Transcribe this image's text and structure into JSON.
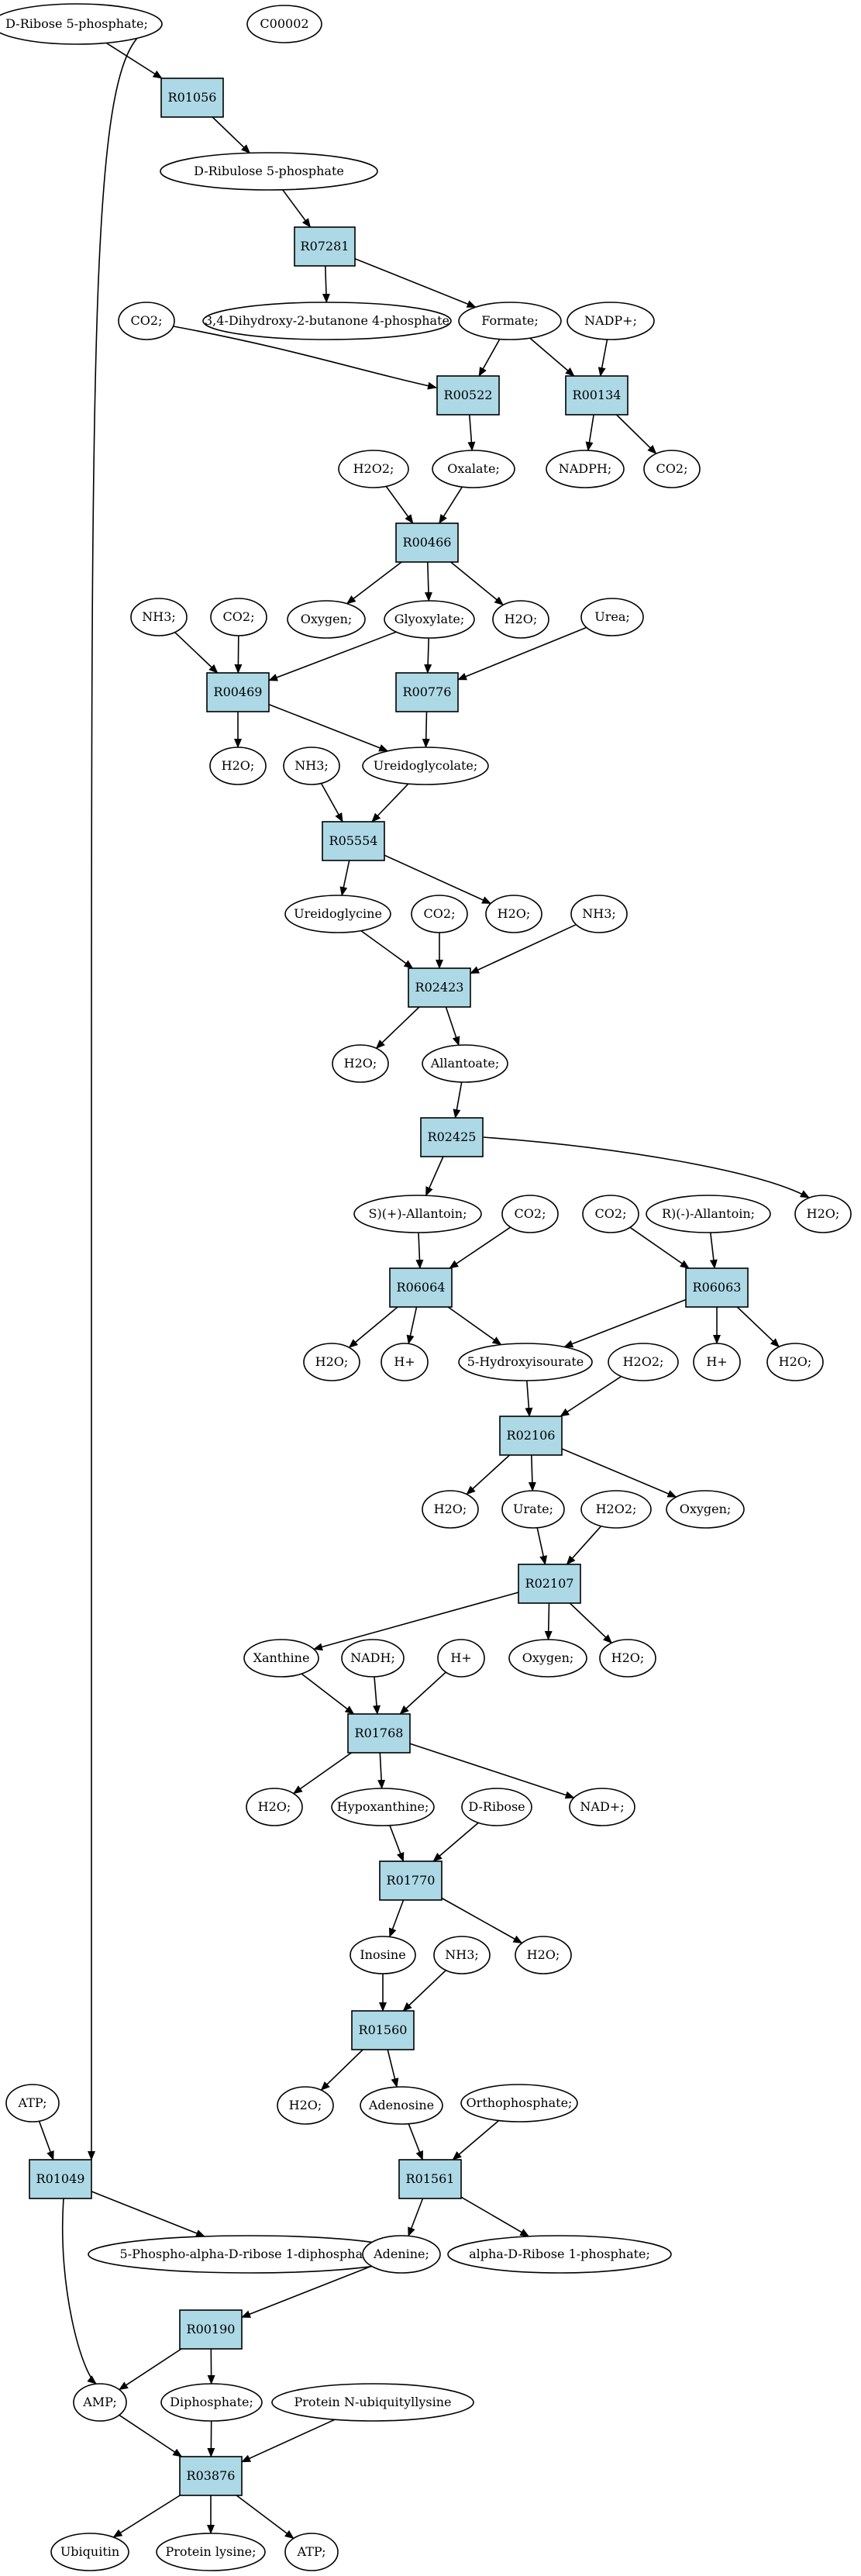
{
  "colors": {
    "reaction_fill": "#add8e6",
    "start_fill": "#00ee00",
    "target_fill": "#ffff00",
    "compound_fill": "#ffffff",
    "stroke": "#000000"
  },
  "nodes": {
    "start": {
      "label": "D-Ribose 5-phosphate;",
      "kind": "start"
    },
    "c00002": {
      "label": "C00002",
      "kind": "target"
    },
    "R01056": {
      "label": "R01056",
      "kind": "reaction"
    },
    "ru5p": {
      "label": "D-Ribulose 5-phosphate",
      "kind": "compound"
    },
    "R07281": {
      "label": "R07281",
      "kind": "reaction"
    },
    "dhbp": {
      "label": "3,4-Dihydroxy-2-butanone 4-phosphate",
      "kind": "compound"
    },
    "formate": {
      "label": "Formate;",
      "kind": "compound"
    },
    "nadp": {
      "label": "NADP+;",
      "kind": "compound"
    },
    "co2_a": {
      "label": "CO2;",
      "kind": "compound"
    },
    "R00522": {
      "label": "R00522",
      "kind": "reaction"
    },
    "R00134": {
      "label": "R00134",
      "kind": "reaction"
    },
    "nadph": {
      "label": "NADPH;",
      "kind": "compound"
    },
    "co2_b": {
      "label": "CO2;",
      "kind": "compound"
    },
    "h2o2_a": {
      "label": "H2O2;",
      "kind": "compound"
    },
    "oxalate": {
      "label": "Oxalate;",
      "kind": "compound"
    },
    "R00466": {
      "label": "R00466",
      "kind": "reaction"
    },
    "nh3_a": {
      "label": "NH3;",
      "kind": "compound"
    },
    "co2_c": {
      "label": "CO2;",
      "kind": "compound"
    },
    "oxygen_a": {
      "label": "Oxygen;",
      "kind": "compound"
    },
    "glyoxylate": {
      "label": "Glyoxylate;",
      "kind": "compound"
    },
    "h2o_a": {
      "label": "H2O;",
      "kind": "compound"
    },
    "urea": {
      "label": "Urea;",
      "kind": "compound"
    },
    "R00469": {
      "label": "R00469",
      "kind": "reaction"
    },
    "R00776": {
      "label": "R00776",
      "kind": "reaction"
    },
    "h2o_b": {
      "label": "H2O;",
      "kind": "compound"
    },
    "nh3_b": {
      "label": "NH3;",
      "kind": "compound"
    },
    "ureidoglycolate": {
      "label": "Ureidoglycolate;",
      "kind": "compound"
    },
    "R05554": {
      "label": "R05554",
      "kind": "reaction"
    },
    "ureidoglycine": {
      "label": "Ureidoglycine",
      "kind": "compound"
    },
    "co2_d": {
      "label": "CO2;",
      "kind": "compound"
    },
    "h2o_c": {
      "label": "H2O;",
      "kind": "compound"
    },
    "nh3_c": {
      "label": "NH3;",
      "kind": "compound"
    },
    "R02423": {
      "label": "R02423",
      "kind": "reaction"
    },
    "h2o_d": {
      "label": "H2O;",
      "kind": "compound"
    },
    "allantoate": {
      "label": "Allantoate;",
      "kind": "compound"
    },
    "R02425": {
      "label": "R02425",
      "kind": "reaction"
    },
    "s_allantoin": {
      "label": "S)(+)-Allantoin;",
      "kind": "compound"
    },
    "co2_e": {
      "label": "CO2;",
      "kind": "compound"
    },
    "co2_f": {
      "label": "CO2;",
      "kind": "compound"
    },
    "r_allantoin": {
      "label": "R)(-)-Allantoin;",
      "kind": "compound"
    },
    "h2o_e": {
      "label": "H2O;",
      "kind": "compound"
    },
    "R06064": {
      "label": "R06064",
      "kind": "reaction"
    },
    "R06063": {
      "label": "R06063",
      "kind": "reaction"
    },
    "h2o_f": {
      "label": "H2O;",
      "kind": "compound"
    },
    "hplus_a": {
      "label": "H+",
      "kind": "compound"
    },
    "hiu": {
      "label": "5-Hydroxyisourate",
      "kind": "compound"
    },
    "h2o2_b": {
      "label": "H2O2;",
      "kind": "compound"
    },
    "hplus_b": {
      "label": "H+",
      "kind": "compound"
    },
    "h2o_g": {
      "label": "H2O;",
      "kind": "compound"
    },
    "R02106": {
      "label": "R02106",
      "kind": "reaction"
    },
    "h2o_h": {
      "label": "H2O;",
      "kind": "compound"
    },
    "urate": {
      "label": "Urate;",
      "kind": "compound"
    },
    "h2o2_c": {
      "label": "H2O2;",
      "kind": "compound"
    },
    "oxygen_b": {
      "label": "Oxygen;",
      "kind": "compound"
    },
    "R02107": {
      "label": "R02107",
      "kind": "reaction"
    },
    "xanthine": {
      "label": "Xanthine",
      "kind": "compound"
    },
    "nadh": {
      "label": "NADH;",
      "kind": "compound"
    },
    "hplus_c": {
      "label": "H+",
      "kind": "compound"
    },
    "oxygen_c": {
      "label": "Oxygen;",
      "kind": "compound"
    },
    "h2o_i": {
      "label": "H2O;",
      "kind": "compound"
    },
    "R01768": {
      "label": "R01768",
      "kind": "reaction"
    },
    "h2o_j": {
      "label": "H2O;",
      "kind": "compound"
    },
    "hypoxanthine": {
      "label": "Hypoxanthine;",
      "kind": "compound"
    },
    "d_ribose": {
      "label": "D-Ribose",
      "kind": "compound"
    },
    "nad": {
      "label": "NAD+;",
      "kind": "compound"
    },
    "R01770": {
      "label": "R01770",
      "kind": "reaction"
    },
    "inosine": {
      "label": "Inosine",
      "kind": "compound"
    },
    "nh3_d": {
      "label": "NH3;",
      "kind": "compound"
    },
    "h2o_k": {
      "label": "H2O;",
      "kind": "compound"
    },
    "R01560": {
      "label": "R01560",
      "kind": "reaction"
    },
    "atp_a": {
      "label": "ATP;",
      "kind": "compound"
    },
    "h2o_l": {
      "label": "H2O;",
      "kind": "compound"
    },
    "adenosine": {
      "label": "Adenosine",
      "kind": "compound"
    },
    "orthophosphate": {
      "label": "Orthophosphate;",
      "kind": "compound"
    },
    "R01049": {
      "label": "R01049",
      "kind": "reaction"
    },
    "R01561": {
      "label": "R01561",
      "kind": "reaction"
    },
    "prpp": {
      "label": "5-Phospho-alpha-D-ribose 1-diphosphate;",
      "kind": "compound"
    },
    "adenine": {
      "label": "Adenine;",
      "kind": "compound"
    },
    "r1p": {
      "label": "alpha-D-Ribose 1-phosphate;",
      "kind": "compound"
    },
    "R00190": {
      "label": "R00190",
      "kind": "reaction"
    },
    "amp": {
      "label": "AMP;",
      "kind": "compound"
    },
    "diphosphate": {
      "label": "Diphosphate;",
      "kind": "compound"
    },
    "pnub": {
      "label": "Protein N-ubiquityllysine",
      "kind": "compound"
    },
    "R03876": {
      "label": "R03876",
      "kind": "reaction"
    },
    "ubiquitin": {
      "label": "Ubiquitin",
      "kind": "compound"
    },
    "protein_lysine": {
      "label": "Protein lysine;",
      "kind": "compound"
    },
    "atp_b": {
      "label": "ATP;",
      "kind": "compound"
    }
  },
  "edges": [
    [
      "start",
      "R01056"
    ],
    [
      "start",
      "R01049"
    ],
    [
      "R01056",
      "ru5p"
    ],
    [
      "ru5p",
      "R07281"
    ],
    [
      "R07281",
      "dhbp"
    ],
    [
      "R07281",
      "formate"
    ],
    [
      "co2_a",
      "R00522"
    ],
    [
      "formate",
      "R00522"
    ],
    [
      "formate",
      "R00134"
    ],
    [
      "nadp",
      "R00134"
    ],
    [
      "R00134",
      "nadph"
    ],
    [
      "R00134",
      "co2_b"
    ],
    [
      "R00522",
      "oxalate"
    ],
    [
      "h2o2_a",
      "R00466"
    ],
    [
      "oxalate",
      "R00466"
    ],
    [
      "R00466",
      "oxygen_a"
    ],
    [
      "R00466",
      "glyoxylate"
    ],
    [
      "R00466",
      "h2o_a"
    ],
    [
      "nh3_a",
      "R00469"
    ],
    [
      "co2_c",
      "R00469"
    ],
    [
      "glyoxylate",
      "R00469"
    ],
    [
      "glyoxylate",
      "R00776"
    ],
    [
      "urea",
      "R00776"
    ],
    [
      "R00469",
      "h2o_b"
    ],
    [
      "R00469",
      "ureidoglycolate"
    ],
    [
      "R00776",
      "ureidoglycolate"
    ],
    [
      "nh3_b",
      "R05554"
    ],
    [
      "ureidoglycolate",
      "R05554"
    ],
    [
      "R05554",
      "ureidoglycine"
    ],
    [
      "R05554",
      "h2o_c"
    ],
    [
      "ureidoglycine",
      "R02423"
    ],
    [
      "co2_d",
      "R02423"
    ],
    [
      "nh3_c",
      "R02423"
    ],
    [
      "R02423",
      "h2o_d"
    ],
    [
      "R02423",
      "allantoate"
    ],
    [
      "allantoate",
      "R02425"
    ],
    [
      "R02425",
      "s_allantoin"
    ],
    [
      "R02425",
      "h2o_e"
    ],
    [
      "s_allantoin",
      "R06064"
    ],
    [
      "co2_e",
      "R06064"
    ],
    [
      "co2_f",
      "R06063"
    ],
    [
      "r_allantoin",
      "R06063"
    ],
    [
      "R06064",
      "h2o_f"
    ],
    [
      "R06064",
      "hplus_a"
    ],
    [
      "R06064",
      "hiu"
    ],
    [
      "R06063",
      "hiu"
    ],
    [
      "R06063",
      "hplus_b"
    ],
    [
      "R06063",
      "h2o_g"
    ],
    [
      "hiu",
      "R02106"
    ],
    [
      "h2o2_b",
      "R02106"
    ],
    [
      "R02106",
      "h2o_h"
    ],
    [
      "R02106",
      "urate"
    ],
    [
      "R02106",
      "oxygen_b"
    ],
    [
      "urate",
      "R02107"
    ],
    [
      "h2o2_c",
      "R02107"
    ],
    [
      "R02107",
      "xanthine"
    ],
    [
      "R02107",
      "oxygen_c"
    ],
    [
      "R02107",
      "h2o_i"
    ],
    [
      "xanthine",
      "R01768"
    ],
    [
      "nadh",
      "R01768"
    ],
    [
      "hplus_c",
      "R01768"
    ],
    [
      "R01768",
      "h2o_j"
    ],
    [
      "R01768",
      "hypoxanthine"
    ],
    [
      "R01768",
      "nad"
    ],
    [
      "hypoxanthine",
      "R01770"
    ],
    [
      "d_ribose",
      "R01770"
    ],
    [
      "R01770",
      "inosine"
    ],
    [
      "R01770",
      "h2o_k"
    ],
    [
      "inosine",
      "R01560"
    ],
    [
      "nh3_d",
      "R01560"
    ],
    [
      "R01560",
      "h2o_l"
    ],
    [
      "R01560",
      "adenosine"
    ],
    [
      "adenosine",
      "R01561"
    ],
    [
      "orthophosphate",
      "R01561"
    ],
    [
      "R01561",
      "adenine"
    ],
    [
      "R01561",
      "r1p"
    ],
    [
      "atp_a",
      "R01049"
    ],
    [
      "R01049",
      "prpp"
    ],
    [
      "R01049",
      "amp"
    ],
    [
      "adenine",
      "R00190"
    ],
    [
      "R00190",
      "amp"
    ],
    [
      "R00190",
      "diphosphate"
    ],
    [
      "amp",
      "R03876"
    ],
    [
      "diphosphate",
      "R03876"
    ],
    [
      "pnub",
      "R03876"
    ],
    [
      "R03876",
      "ubiquitin"
    ],
    [
      "R03876",
      "protein_lysine"
    ],
    [
      "R03876",
      "atp_b"
    ]
  ]
}
